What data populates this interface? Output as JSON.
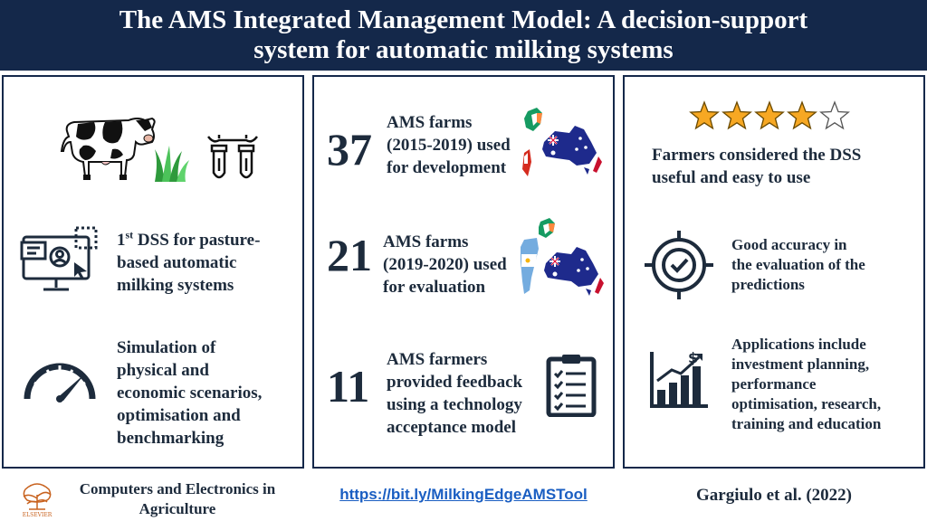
{
  "header": {
    "title_line1": "The AMS Integrated Management Model: A decision-support",
    "title_line2": "system for automatic milking systems"
  },
  "panel1": {
    "icons": [
      "cow-icon",
      "grass-icon",
      "milking-cups-icon"
    ],
    "dss": {
      "ordinal": "1",
      "ordinal_suffix": "st",
      "line1_rest": " DSS for pasture-",
      "line2": "based automatic",
      "line3": "milking systems"
    },
    "simulation": {
      "line1": "Simulation of",
      "line2": "physical and",
      "line3": "economic scenarios,",
      "line4": "optimisation and",
      "line5": "benchmarking"
    }
  },
  "panel2": {
    "items": [
      {
        "number": "37",
        "line1": "AMS farms",
        "line2": "(2015-2019) used",
        "line3": "for development"
      },
      {
        "number": "21",
        "line1": "AMS farms",
        "line2": "(2019-2020) used",
        "line3": "for evaluation"
      },
      {
        "number": "11",
        "line1": "AMS farmers",
        "line2": "provided feedback",
        "line3": "using a technology",
        "line4": "acceptance model"
      }
    ]
  },
  "panel3": {
    "rating": {
      "filled": 4,
      "total": 5
    },
    "rating_line1": "Farmers considered the DSS",
    "rating_line2": "useful and easy to use",
    "accuracy": {
      "line1": "Good accuracy in",
      "line2": "the evaluation of the",
      "line3": "predictions"
    },
    "applications": {
      "line1": "Applications include",
      "line2": "investment planning,",
      "line3": "performance",
      "line4": "optimisation, research,",
      "line5": "training and education"
    }
  },
  "footer": {
    "journal_line1": "Computers and Electronics in",
    "journal_line2": "Agriculture",
    "publisher_logo_text": "ELSEVIER",
    "link": "https://bit.ly/MilkingEdgeAMSTool",
    "citation": "Gargiulo et al. (2022)"
  },
  "colors": {
    "header_bg": "#14284a",
    "text": "#1d2b3c",
    "star_fill": "#f7a823",
    "link": "#1a5ec2",
    "ireland_green": "#169b62",
    "ireland_orange": "#ff883e",
    "australia_blue": "#1e2a8c",
    "argentina_blue": "#74acdf"
  }
}
